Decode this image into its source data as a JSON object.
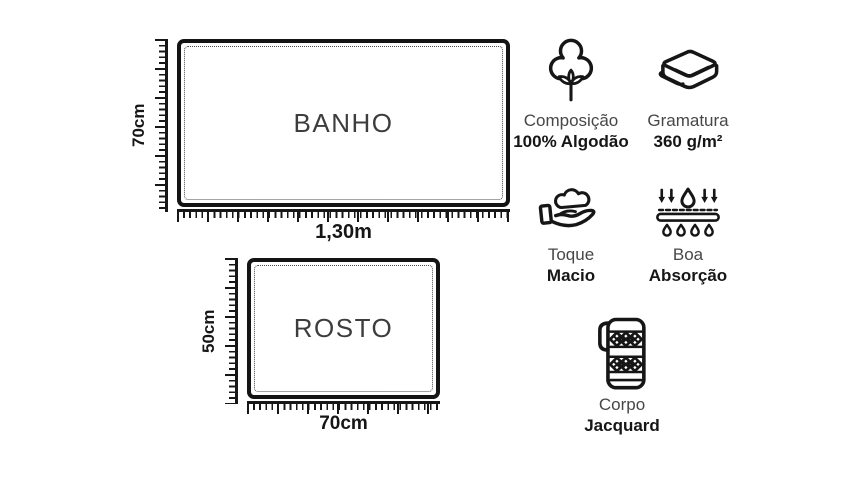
{
  "colors": {
    "ink": "#161616",
    "label_gray": "#3d3d3d"
  },
  "banho": {
    "label": "BANHO",
    "height_label": "70cm",
    "width_label": "1,30m"
  },
  "rosto": {
    "label": "ROSTO",
    "height_label": "50cm",
    "width_label": "70cm"
  },
  "features": [
    {
      "icon": "cotton-icon",
      "title": "Composição",
      "value": "100% Algodão"
    },
    {
      "icon": "folded-towels-icon",
      "title": "Gramatura",
      "value": "360 g/m²"
    },
    {
      "icon": "hand-soft-icon",
      "title": "Toque",
      "value": "Macio"
    },
    {
      "icon": "absorption-icon",
      "title": "Boa",
      "value": "Absorção"
    },
    {
      "icon": "jacquard-towel-icon",
      "title": "Corpo",
      "value": "Jacquard"
    }
  ]
}
